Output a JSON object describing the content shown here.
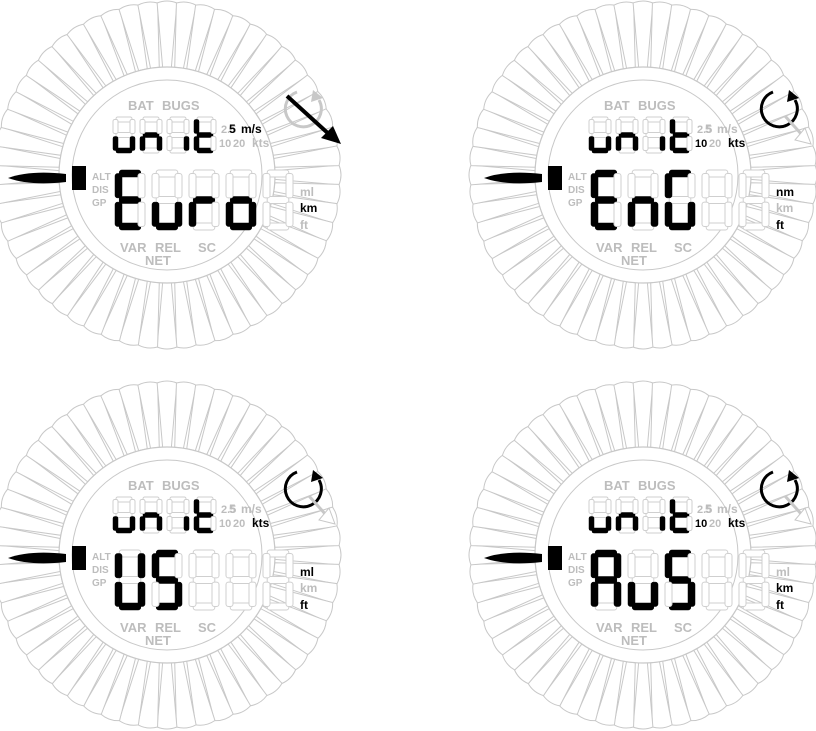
{
  "annunciators": {
    "bat": "BAT",
    "bugs": "BUGS",
    "alt": "ALT",
    "dis": "DIS",
    "gp": "GP",
    "var": "VAR",
    "rel": "REL",
    "sc": "SC",
    "net": "NET",
    "vario_2_5": "2.5",
    "vario_5": "5",
    "vario_10": "10",
    "vario_20": "20",
    "unit_ms": "m/s",
    "unit_kts": "kts",
    "unit_nm": "nm",
    "unit_ml": "ml",
    "unit_km": "km",
    "unit_ft": "ft"
  },
  "panels": [
    {
      "top_label": "unit",
      "main_value": "Euro",
      "active_vario_range": "5",
      "active_speed_unit": "m/s",
      "active_distance_unit": "km",
      "active_altitude_unit": "",
      "knob_icon": "arrow-rotate-down-right-icon"
    },
    {
      "top_label": "unit",
      "main_value": "EnG",
      "active_vario_range": "10",
      "active_speed_unit": "kts",
      "active_distance_unit": "nm",
      "active_altitude_unit": "ft",
      "knob_icon": "rotate-clockwise-icon"
    },
    {
      "top_label": "unit",
      "main_value": "US",
      "active_vario_range": "",
      "active_speed_unit": "kts",
      "active_distance_unit": "ml",
      "active_altitude_unit": "ft",
      "knob_icon": "rotate-clockwise-icon"
    },
    {
      "top_label": "unit",
      "main_value": "AuS",
      "active_vario_range": "10",
      "active_speed_unit": "kts",
      "active_distance_unit": "km",
      "active_altitude_unit": "ft",
      "knob_icon": "rotate-clockwise-icon"
    }
  ],
  "colors": {
    "segment_on": "#000000",
    "segment_off": "#cfcfcf",
    "outline": "#c8c8c8",
    "label_dim": "#bdbdbd"
  }
}
